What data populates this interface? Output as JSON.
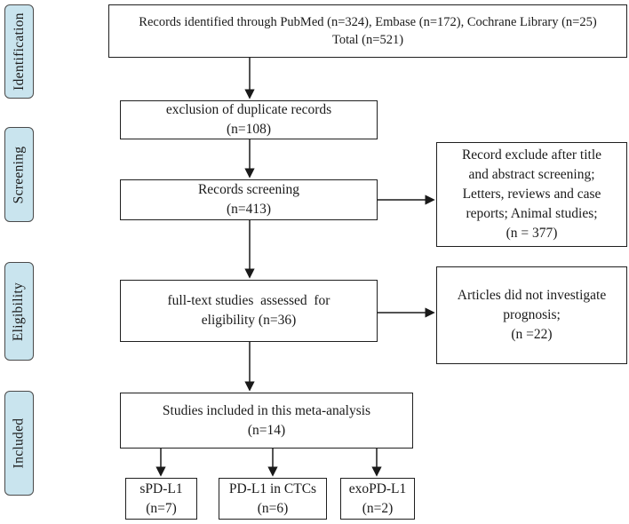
{
  "palette": {
    "sidebar_fill": "#c9e4ee",
    "sidebar_border": "#4a4a4a",
    "box_border": "#1f1f1f",
    "arrow_color": "#1a1a1a",
    "text_color": "#1a1a1a",
    "background": "#ffffff"
  },
  "stages": [
    {
      "label": "Identification"
    },
    {
      "label": "Screening"
    },
    {
      "label": "Eligibility"
    },
    {
      "label": "Included"
    }
  ],
  "boxes": {
    "records_identified": {
      "l1": "Records identified through PubMed (n=324), Embase (n=172), Cochrane Library (n=25)",
      "l2": "Total (n=521)"
    },
    "duplicates_excluded": {
      "l1": "exclusion of duplicate records",
      "l2": "(n=108)"
    },
    "records_screening": {
      "l1": "Records screening",
      "l2": "(n=413)"
    },
    "title_abstract_excluded": {
      "l1": "Record exclude after title",
      "l2": "and abstract screening;",
      "l3": "Letters, reviews and case",
      "l4": "reports; Animal studies;",
      "l5": "(n = 377)"
    },
    "fulltext_assessed": {
      "l1": "full-text studies  assessed  for",
      "l2": "eligibility (n=36)"
    },
    "no_prognosis_excluded": {
      "l1": "Articles did not investigate",
      "l2": "prognosis;",
      "l3": "(n =22)"
    },
    "included_studies": {
      "l1": "Studies included in this meta-analysis",
      "l2": "(n=14)"
    },
    "spdl1": {
      "l1": "sPD-L1",
      "l2": "(n=7)"
    },
    "pdl1_ctcs": {
      "l1": "PD-L1 in CTCs",
      "l2": "(n=6)"
    },
    "exopdl1": {
      "l1": "exoPD-L1",
      "l2": "(n=2)"
    }
  }
}
